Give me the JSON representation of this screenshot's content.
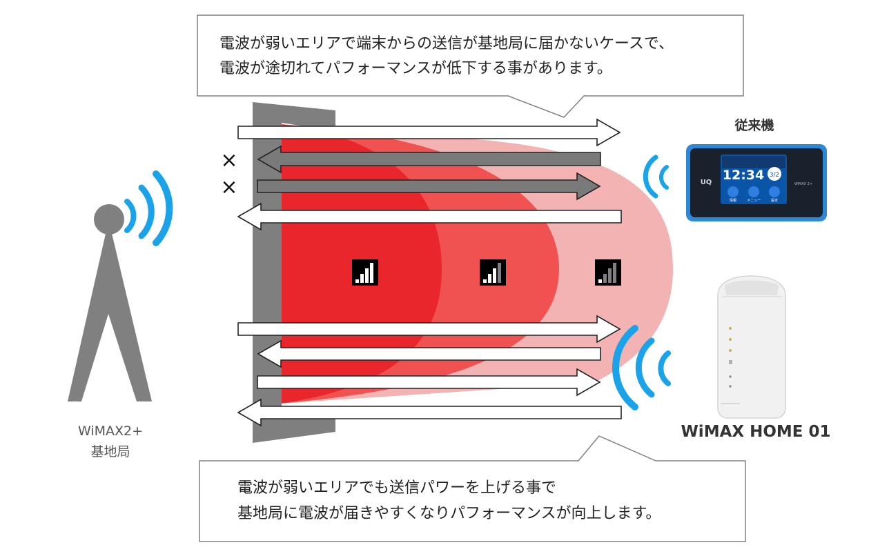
{
  "callout_top": {
    "line1": "電波が弱いエリアで端末からの送信が基地局に届かないケースで、",
    "line2": "電波が途切れてパフォーマンスが低下する事があります。"
  },
  "callout_bottom": {
    "line1": "電波が弱いエリアでも送信パワーを上げる事で",
    "line2": "基地局に電波が届きやすくなりパフォーマンスが向上します。"
  },
  "base_station": {
    "line1": "WiMAX2+",
    "line2": "基地局"
  },
  "device_old": {
    "label": "従来機",
    "brand": "UQ",
    "time": "12:34",
    "date": "3/2",
    "model_mark": "WiMAX 2+",
    "buttons": [
      "情報",
      "メニュー",
      "設定"
    ]
  },
  "device_new": {
    "label": "WiMAX HOME 01"
  },
  "fail_marks": [
    "×",
    "×"
  ],
  "colors": {
    "signal_wave": "#1aa3e8",
    "zone_strong": "#e8262b",
    "zone_medium": "#f05252",
    "zone_weak": "#f3b3b3",
    "tower": "#808080",
    "arrow_fail": "#7a7a7a"
  }
}
